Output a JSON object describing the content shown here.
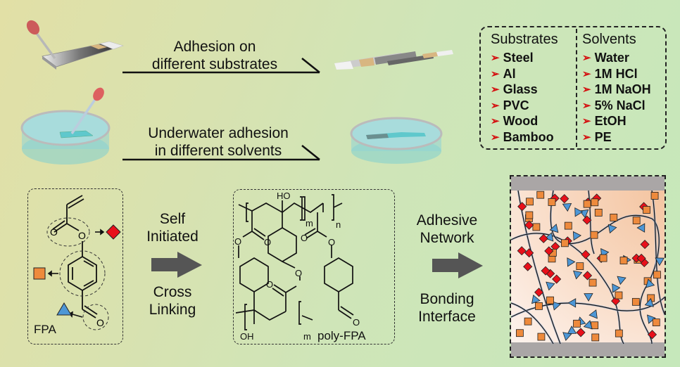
{
  "top_row": {
    "substrate_caption": [
      "Adhesion on",
      "different substrates"
    ],
    "underwater_caption": [
      "Underwater adhesion",
      "in different solvents"
    ]
  },
  "lists": {
    "substrates": {
      "title": "Substrates",
      "items": [
        "Steel",
        "Al",
        "Glass",
        "PVC",
        "Wood",
        "Bamboo"
      ]
    },
    "solvents": {
      "title": "Solvents",
      "items": [
        "Water",
        "1M HCl",
        "1M NaOH",
        "5% NaCl",
        "EtOH",
        "PE"
      ]
    },
    "bullet_icon": "red-arrowhead-icon"
  },
  "monomer": {
    "label": "FPA",
    "atoms": {
      "o1": "O",
      "o2": "O",
      "o3": "O"
    }
  },
  "step1": {
    "top": [
      "Self",
      "Initiated"
    ],
    "bottom": [
      "Cross",
      "Linking"
    ]
  },
  "polymer": {
    "label": "poly-FPA",
    "subscripts": {
      "m1": "m",
      "n": "n",
      "m2": "m"
    },
    "atoms": {
      "ho": "HO",
      "oh": "OH",
      "o": "O"
    }
  },
  "step2": {
    "top": [
      "Adhesive",
      "Network"
    ],
    "bottom": [
      "Bonding",
      "Interface"
    ]
  },
  "legend_symbols": {
    "ester": {
      "shape": "diamond",
      "color": "#e8101a"
    },
    "phenyl": {
      "shape": "square",
      "color": "#ee8a3c"
    },
    "aldehyde": {
      "shape": "triangle",
      "color": "#4d97d6"
    }
  },
  "colors": {
    "arrow_fill": "#555555",
    "substrate_plate": "#aaa6a6",
    "network_bg_warm": "#f5c9a6",
    "bullet": "#d41010"
  }
}
